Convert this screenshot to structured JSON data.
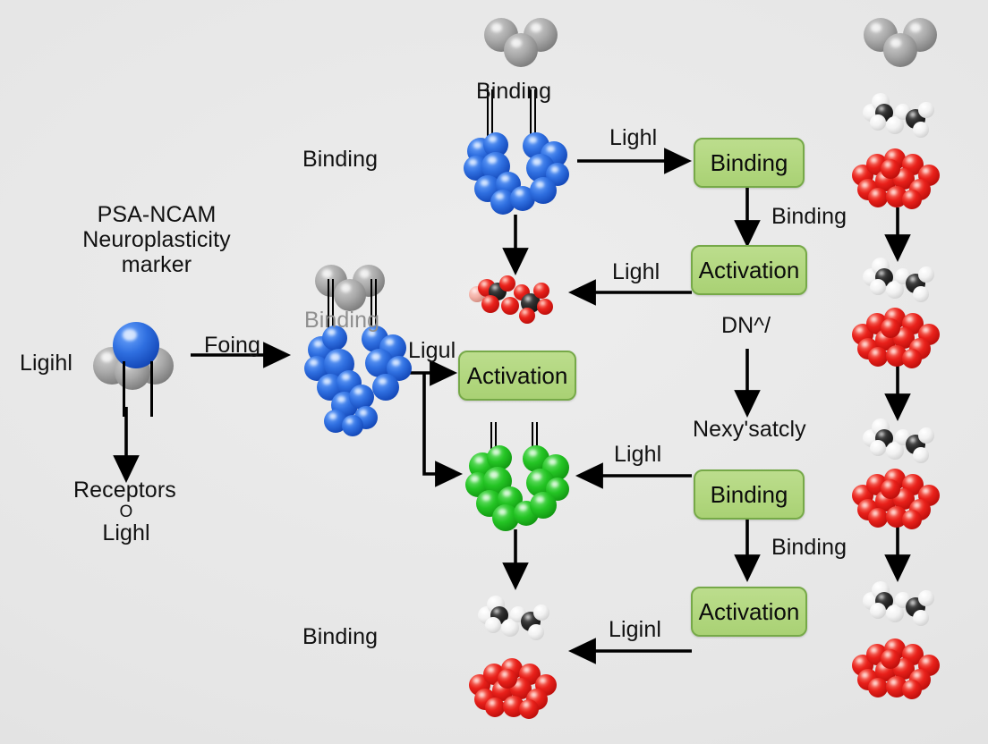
{
  "diagram": {
    "title_block": {
      "line1": "PSA-NCAM",
      "line2": "Neuroplasticity",
      "line3": "marker"
    },
    "labels": {
      "ligihl_left": "Ligihl",
      "foing": "Foing",
      "receptors": "Receptors",
      "receptors_o": "O",
      "receptors_lighl": "Lighl",
      "binding_gray_mid": "Binding",
      "binding_upper_left": "Binding",
      "binding_top_center": "Binding",
      "binding_bottom_left": "Binding",
      "ligul": "Ligul",
      "lighl_top_right": "Lighl",
      "lighl_return_top": "Lighl",
      "binding_right_upper": "Binding",
      "dn_marker": "DN^/",
      "nexy_satcly": "Nexyʹsatcly",
      "lighl_return_mid": "Lighl",
      "binding_right_lower": "Binding",
      "liginl_bottom": "Liginl"
    },
    "boxes": {
      "binding_top": "Binding",
      "activation_top": "Activation",
      "activation_center": "Activation",
      "binding_bottom": "Binding",
      "activation_bottom": "Activation"
    },
    "colors": {
      "background": "#e9e9e9",
      "box_fill": "#b2d77f",
      "box_border": "#76a948",
      "text": "#111111",
      "gray_text": "#8f8f8f",
      "arrow": "#000000",
      "protein_blue": "#2f6fe0",
      "protein_green": "#24c424",
      "nanoparticle_red": "#e8201a",
      "ligand_gray": "#a8a8a8"
    },
    "molecules": {
      "gray_trimer": "gray-trimer-molecule",
      "blue_protein": "blue-protein-cluster",
      "green_protein": "green-protein-cluster",
      "red_black_ligand": "red-black-ligand-molecule",
      "white_black_ligand": "white-black-ligand-molecule",
      "red_nanoparticle": "red-nanoparticle-cluster",
      "blue_gray_receptor": "blue-gray-receptor-molecule"
    }
  }
}
